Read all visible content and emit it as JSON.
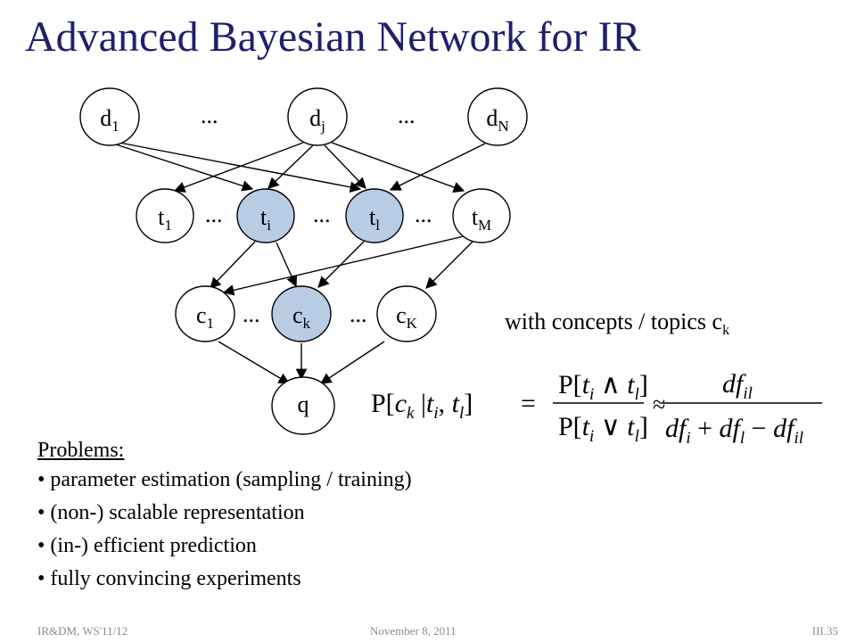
{
  "title": "Advanced Bayesian Network for IR",
  "diagram": {
    "nodes": {
      "d1": {
        "base": "d",
        "sub": "1"
      },
      "dj": {
        "base": "d",
        "sub": "j"
      },
      "dN": {
        "base": "d",
        "sub": "N"
      },
      "t1": {
        "base": "t",
        "sub": "1"
      },
      "ti": {
        "base": "t",
        "sub": "i"
      },
      "tl": {
        "base": "t",
        "sub": "l"
      },
      "tM": {
        "base": "t",
        "sub": "M"
      },
      "c1": {
        "base": "c",
        "sub": "1"
      },
      "ck": {
        "base": "c",
        "sub": "k"
      },
      "cK": {
        "base": "c",
        "sub": "K"
      },
      "q": {
        "base": "q",
        "sub": ""
      }
    },
    "ellipsis": "...",
    "colors": {
      "highlight_fill": "#b8cce4",
      "node_fill": "#ffffff",
      "stroke": "#000000",
      "title": "#1f1f6e"
    }
  },
  "caption": {
    "text": "with concepts / topics c",
    "sub": "k"
  },
  "formula": {
    "lhs": "P[c_k | t_i, t_l]",
    "middle": "P[t_i ∧ t_l] / P[t_i ∨ t_l]",
    "approx": "df_il / (df_i + df_l − df_il)"
  },
  "problems": {
    "heading": "Problems:",
    "items": [
      "parameter estimation (sampling / training)",
      "(non-) scalable representation",
      "(in-) efficient prediction",
      "fully convincing experiments"
    ]
  },
  "footer": {
    "left": "IR&DM, WS'11/12",
    "center": "November 8, 2011",
    "right": "III.35"
  }
}
